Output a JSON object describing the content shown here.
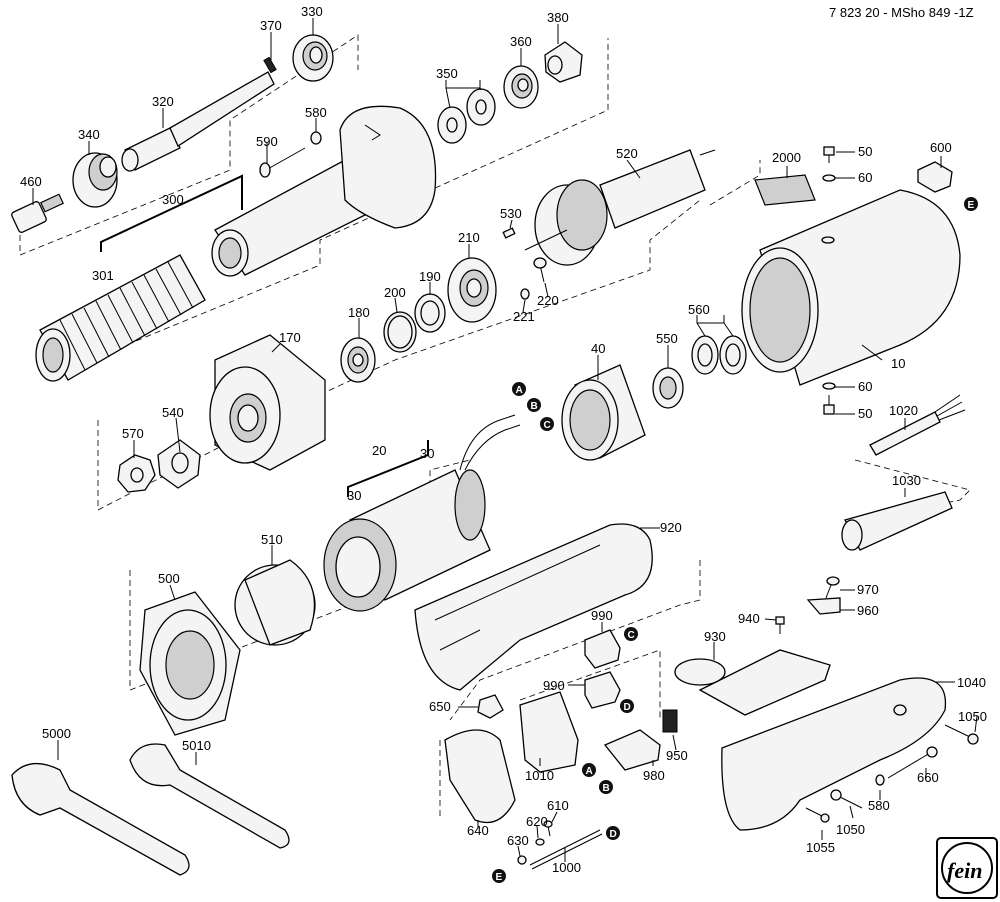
{
  "document_id": "7 823 20 - MSho 849 -1Z",
  "logo_text": "fein",
  "callout_markers": [
    "A",
    "B",
    "C",
    "D",
    "E"
  ],
  "part_numbers": [
    "370",
    "330",
    "380",
    "360",
    "350",
    "320",
    "580",
    "340",
    "590",
    "460",
    "300",
    "301",
    "520",
    "2000",
    "50",
    "60",
    "600",
    "530",
    "210",
    "190",
    "200",
    "180",
    "220",
    "221",
    "170",
    "540",
    "570",
    "560",
    "550",
    "40",
    "10",
    "1020",
    "1030",
    "20",
    "30",
    "510",
    "500",
    "920",
    "970",
    "960",
    "940",
    "990",
    "930",
    "1040",
    "650",
    "1050",
    "1010",
    "980",
    "950",
    "660",
    "640",
    "610",
    "620",
    "630",
    "1000",
    "1055",
    "5000",
    "5010"
  ]
}
